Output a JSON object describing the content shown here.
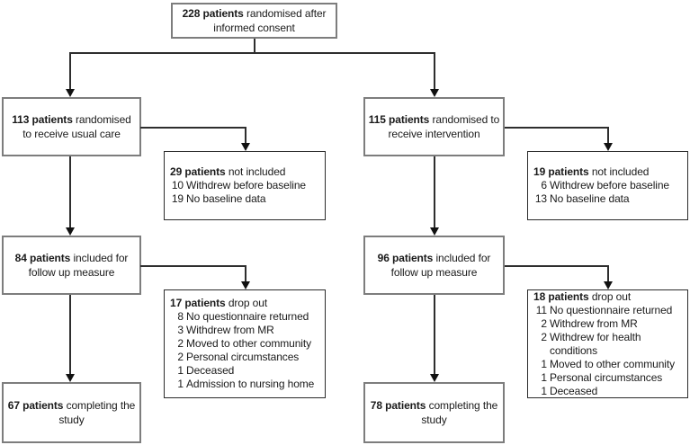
{
  "boxes": {
    "total": {
      "bold": "228 patients",
      "rest": " randomised after informed consent"
    },
    "usual_care": {
      "bold": "113 patients",
      "rest": " randomised to receive usual care"
    },
    "intervention": {
      "bold": "115 patients",
      "rest": " randomised to receive intervention"
    },
    "followup_usual": {
      "bold": "84 patients",
      "rest": " included for follow up measure"
    },
    "followup_intervention": {
      "bold": "96 patients",
      "rest": " included for follow up measure"
    },
    "completing_usual": {
      "bold": "67 patients",
      "rest": " completing the study"
    },
    "completing_intervention": {
      "bold": "78 patients",
      "rest": " completing the study"
    },
    "excluded_usual": {
      "bold": "29 patients",
      "rest": " not included",
      "items": [
        {
          "n": "10",
          "t": "Withdrew before baseline"
        },
        {
          "n": "19",
          "t": "No baseline data"
        }
      ]
    },
    "excluded_intervention": {
      "bold": "19 patients",
      "rest": " not included",
      "items": [
        {
          "n": "6",
          "t": "Withdrew before baseline"
        },
        {
          "n": "13",
          "t": "No baseline data"
        }
      ]
    },
    "dropout_usual": {
      "bold": "17 patients",
      "rest": " drop out",
      "items": [
        {
          "n": "8",
          "t": "No questionnaire returned"
        },
        {
          "n": "3",
          "t": "Withdrew from MR"
        },
        {
          "n": "2",
          "t": "Moved to other community"
        },
        {
          "n": "2",
          "t": "Personal circumstances"
        },
        {
          "n": "1",
          "t": "Deceased"
        },
        {
          "n": "1",
          "t": "Admission to nursing home"
        }
      ]
    },
    "dropout_intervention": {
      "bold": "18 patients",
      "rest": " drop out",
      "items": [
        {
          "n": "11",
          "t": "No questionnaire returned"
        },
        {
          "n": "2",
          "t": "Withdrew from MR"
        },
        {
          "n": "2",
          "t": "Withdrew for health conditions"
        },
        {
          "n": "1",
          "t": "Moved to other community"
        },
        {
          "n": "1",
          "t": "Personal circumstances"
        },
        {
          "n": "1",
          "t": "Deceased"
        }
      ]
    }
  },
  "colors": {
    "background": "#ffffff",
    "text": "#1a1a1a",
    "main_box_border": "#7d7d7d",
    "side_box_border": "#2b2b2b",
    "line": "#2e2e2e",
    "arrow": "#111111"
  }
}
